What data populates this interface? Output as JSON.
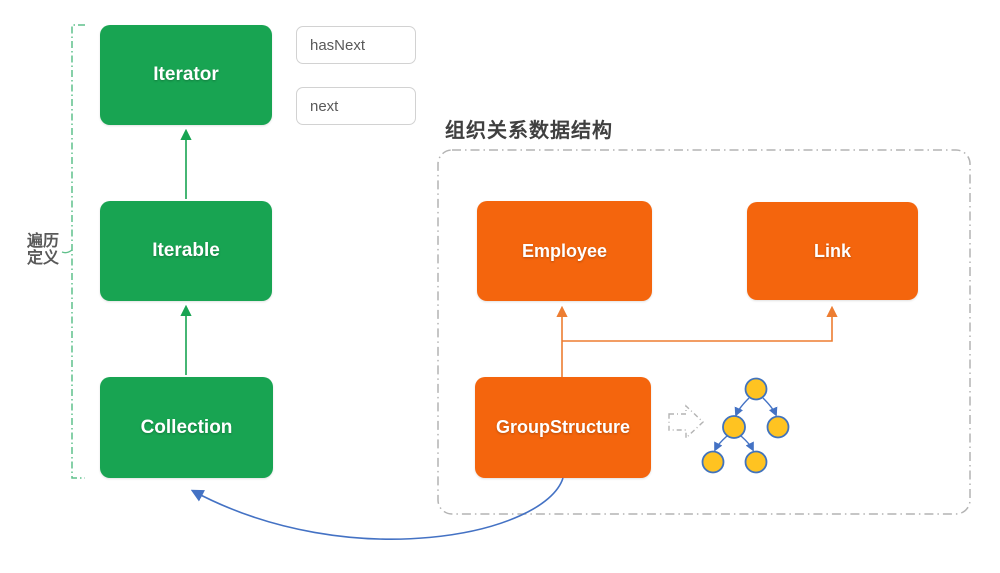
{
  "colors": {
    "green": "#18a452",
    "orange": "#f4650d",
    "orange_line": "#ed7d31",
    "blue": "#4472c4",
    "node_yellow": "#ffc321",
    "node_stroke": "#4173bd",
    "bracket_green": "#5fc08b",
    "container_border": "#b3b3b3",
    "method_border": "#d2d2d2",
    "text_gray": "#595959",
    "title_color": "#404040"
  },
  "hierarchy": {
    "bracket_label_line1": "遍历",
    "bracket_label_line2": "定义",
    "classes": [
      {
        "id": "iterator",
        "label": "Iterator"
      },
      {
        "id": "iterable",
        "label": "Iterable"
      },
      {
        "id": "collection",
        "label": "Collection"
      }
    ],
    "methods": [
      {
        "id": "hasNext",
        "label": "hasNext"
      },
      {
        "id": "next",
        "label": "next"
      }
    ]
  },
  "org_structure": {
    "title": "组织关系数据结构",
    "classes": [
      {
        "id": "employee",
        "label": "Employee"
      },
      {
        "id": "link",
        "label": "Link"
      },
      {
        "id": "groupstructure",
        "label": "GroupStructure"
      }
    ],
    "tree_icon": "binary-tree-icon",
    "tree_nodes": 5
  }
}
